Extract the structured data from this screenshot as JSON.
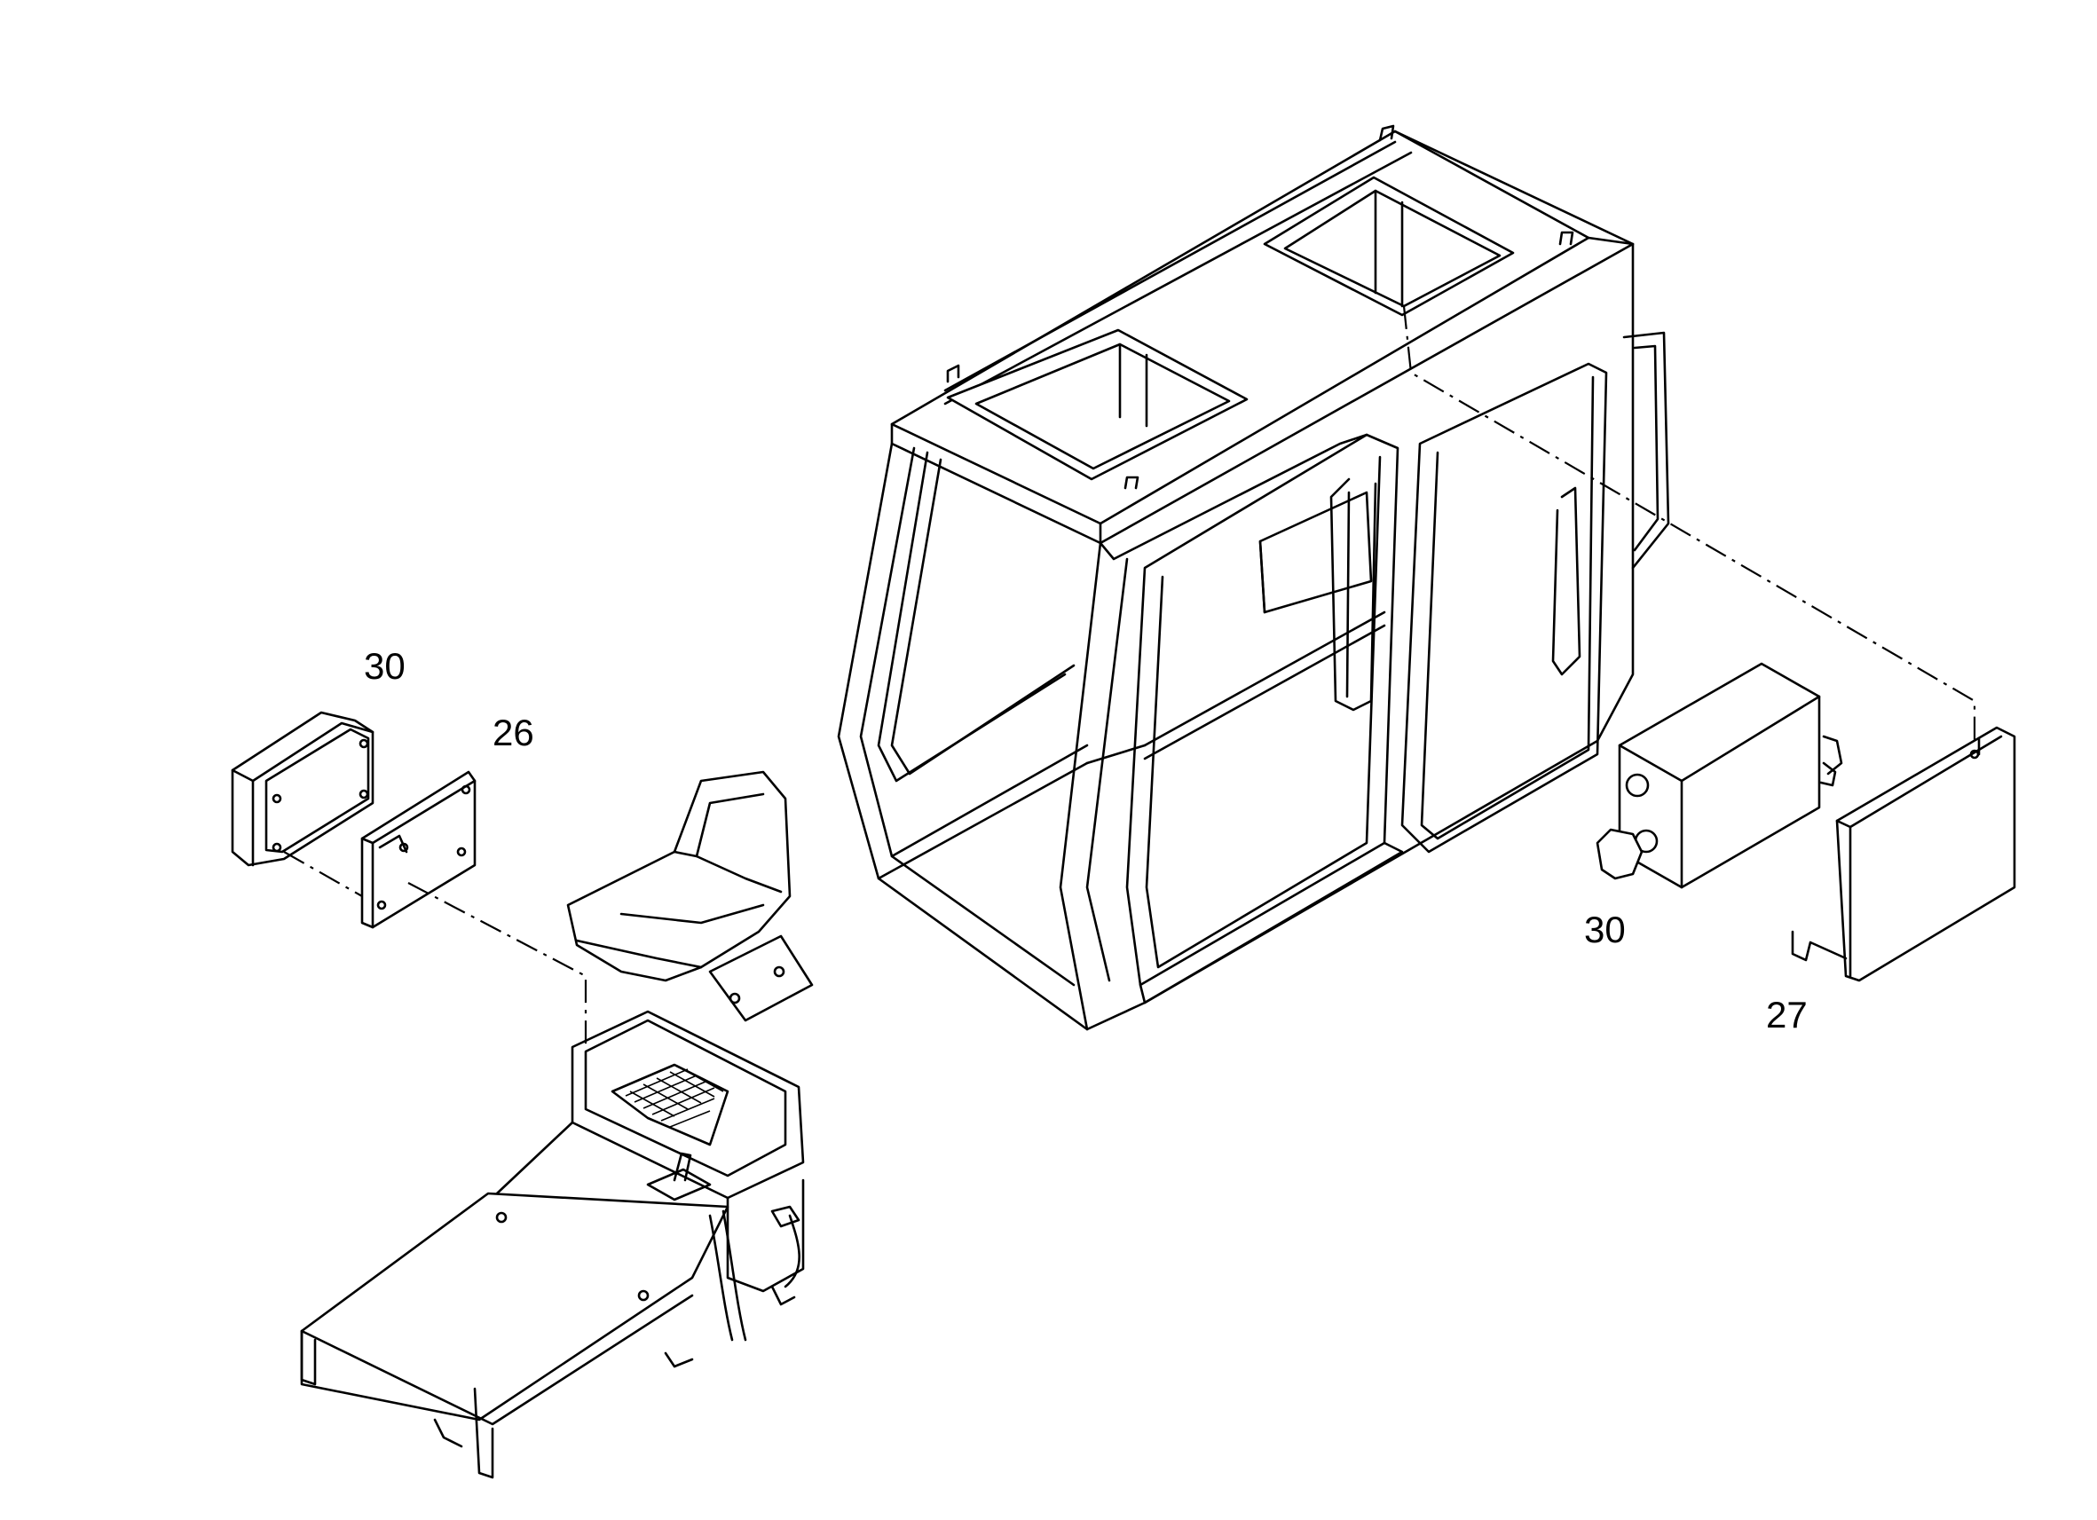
{
  "diagram": {
    "callouts": [
      {
        "id": "bracket-left",
        "label": "26"
      },
      {
        "id": "box-left",
        "label": "30"
      },
      {
        "id": "box-right",
        "label": "30"
      },
      {
        "id": "cover-right",
        "label": "27"
      }
    ]
  }
}
